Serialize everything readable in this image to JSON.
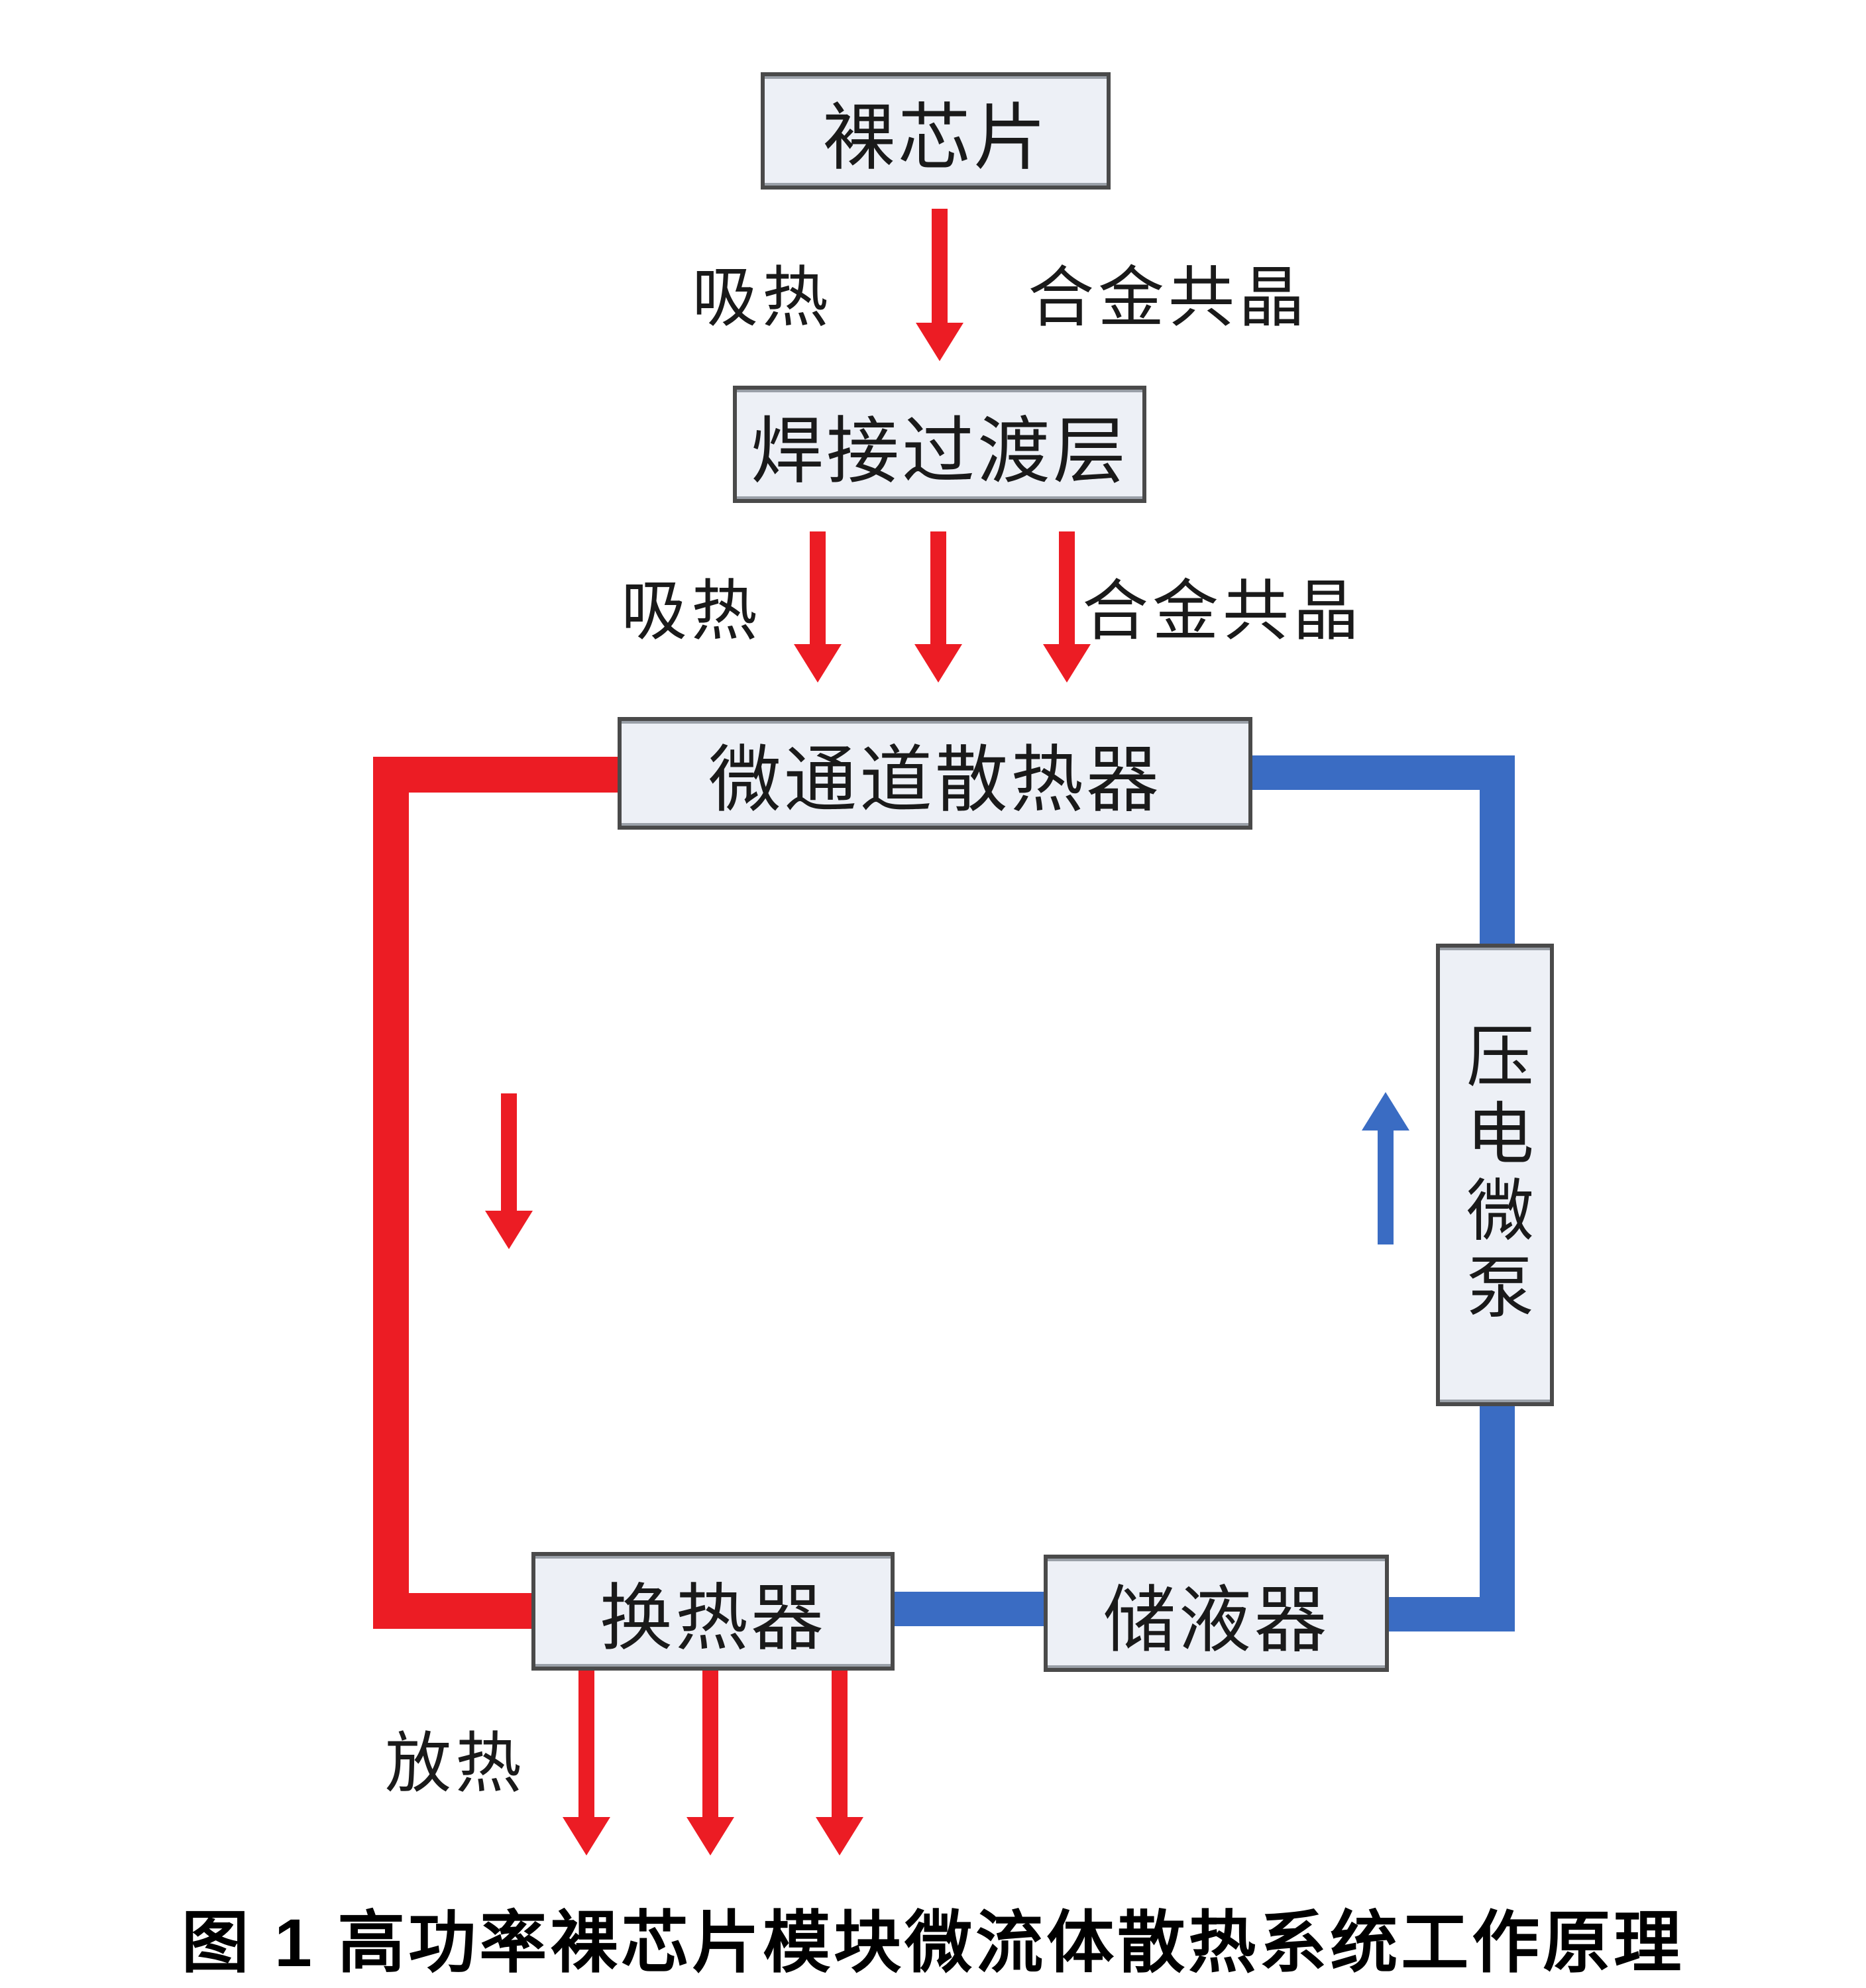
{
  "colors": {
    "hot": "#ec1c24",
    "cold": "#3a6cc3",
    "box_fill": "#edf0f6",
    "box_border": "#4a4a4a",
    "text": "#1a1a1a"
  },
  "nodes": {
    "bare_die": {
      "label": "裸芯片"
    },
    "solder_layer": {
      "label": "焊接过渡层"
    },
    "microchannel": {
      "label": "微通道散热器"
    },
    "pump": {
      "label": "压电微泵"
    },
    "heat_exchanger": {
      "label": "换热器"
    },
    "reservoir": {
      "label": "储液器"
    }
  },
  "flow_labels": {
    "absorb_top": "吸热",
    "eutectic_top": "合金共晶",
    "absorb_mid": "吸热",
    "eutectic_mid": "合金共晶",
    "release": "放热"
  },
  "caption": "图 1 高功率裸芯片模块微流体散热系统工作原理"
}
